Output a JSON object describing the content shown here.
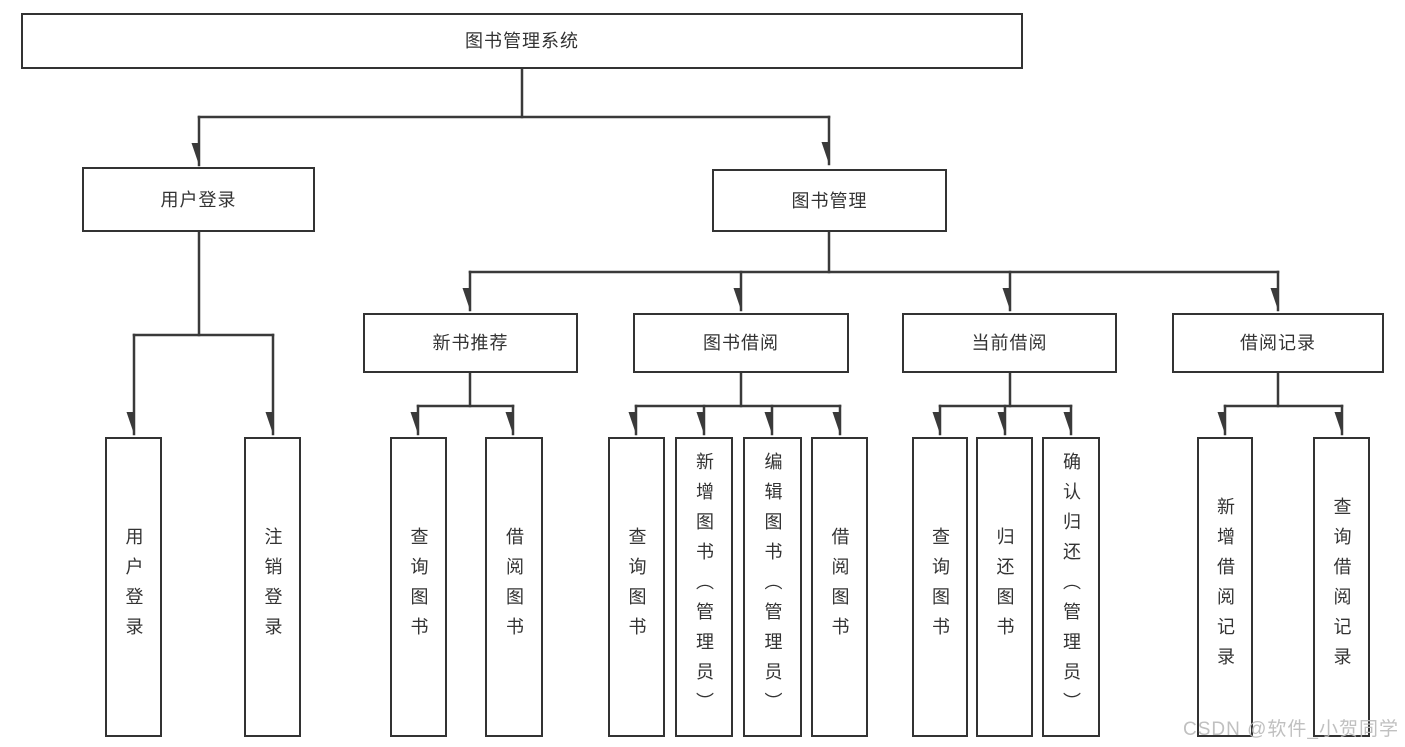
{
  "diagram": {
    "title_node": {
      "label": "图书管理系统"
    },
    "level2": {
      "user_login": {
        "label": "用户登录"
      },
      "book_management": {
        "label": "图书管理"
      }
    },
    "level3": {
      "new_book_recommend": {
        "label": "新书推荐"
      },
      "book_borrowing": {
        "label": "图书借阅"
      },
      "current_borrowing": {
        "label": "当前借阅"
      },
      "borrowing_records": {
        "label": "借阅记录"
      }
    },
    "leaves": {
      "user_login_leaf": {
        "label": "用户登录"
      },
      "logout_leaf": {
        "label": "注销登录"
      },
      "query_books_recommend": {
        "label": "查询图书"
      },
      "borrow_books_recommend": {
        "label": "借阅图书"
      },
      "query_books_borrowing": {
        "label": "查询图书"
      },
      "add_books_admin": {
        "label": "新增图书（管理员）"
      },
      "edit_books_admin": {
        "label": "编辑图书（管理员）"
      },
      "borrow_books": {
        "label": "借阅图书"
      },
      "query_books_current": {
        "label": "查询图书"
      },
      "return_books": {
        "label": "归还图书"
      },
      "confirm_return_admin": {
        "label": "确认归还（管理员）"
      },
      "add_borrow_record": {
        "label": "新增借阅记录"
      },
      "query_borrow_record": {
        "label": "查询借阅记录"
      }
    }
  },
  "watermark": {
    "text": "CSDN @软件_小贺同学"
  },
  "colors": {
    "line": "#3a3a3a",
    "border": "#333333",
    "text": "#333333",
    "background": "#ffffff",
    "watermark": "#bbbbbb"
  }
}
